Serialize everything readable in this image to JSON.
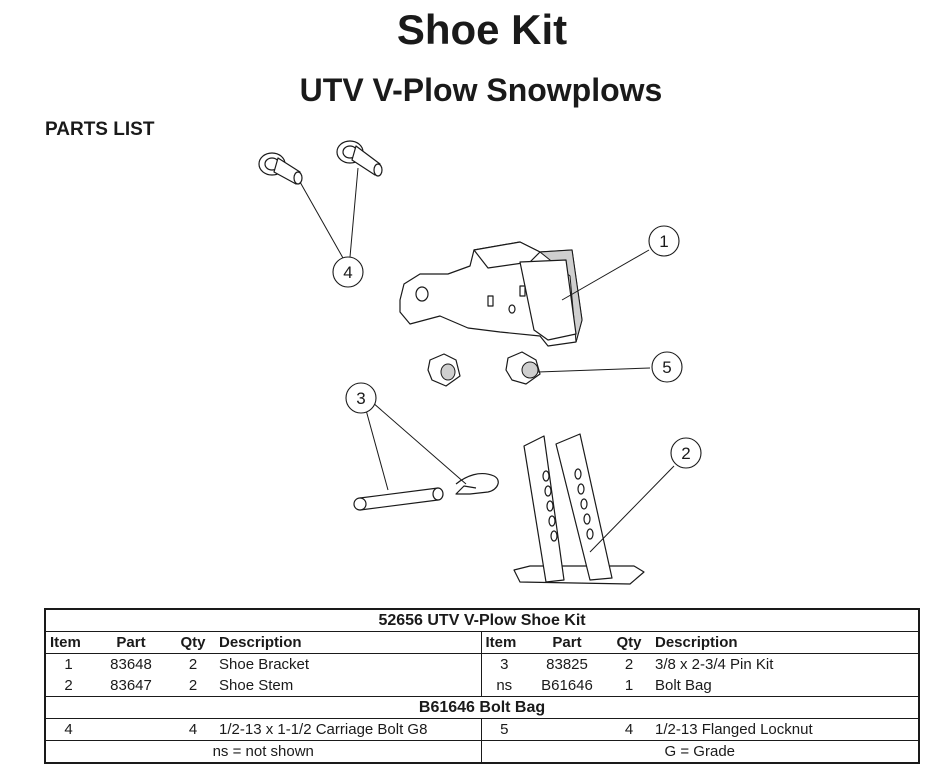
{
  "title": "Shoe Kit",
  "subtitle": "UTV V-Plow Snowplows",
  "section_label": "PARTS LIST",
  "callouts": [
    "1",
    "2",
    "3",
    "4",
    "5"
  ],
  "kit": {
    "name": "52656  UTV V-Plow Shoe Kit",
    "headers": {
      "item": "Item",
      "part": "Part",
      "qty": "Qty",
      "description": "Description"
    },
    "rows": [
      {
        "left": {
          "item": "1",
          "part": "83648",
          "qty": "2",
          "desc": "Shoe Bracket"
        },
        "right": {
          "item": "3",
          "part": "83825",
          "qty": "2",
          "desc": "3/8 x 2-3/4 Pin Kit"
        }
      },
      {
        "left": {
          "item": "2",
          "part": "83647",
          "qty": "2",
          "desc": "Shoe Stem"
        },
        "right": {
          "item": "ns",
          "part": "B61646",
          "qty": "1",
          "desc": "Bolt Bag"
        }
      }
    ]
  },
  "bag": {
    "name": "B61646  Bolt Bag",
    "rows": [
      {
        "left": {
          "item": "4",
          "part": "",
          "qty": "4",
          "desc": "1/2-13 x 1-1/2 Carriage Bolt G8"
        },
        "right": {
          "item": "5",
          "part": "",
          "qty": "4",
          "desc": "1/2-13 Flanged Locknut"
        }
      }
    ]
  },
  "footnotes": {
    "left": "ns = not shown",
    "right": "G = Grade"
  }
}
